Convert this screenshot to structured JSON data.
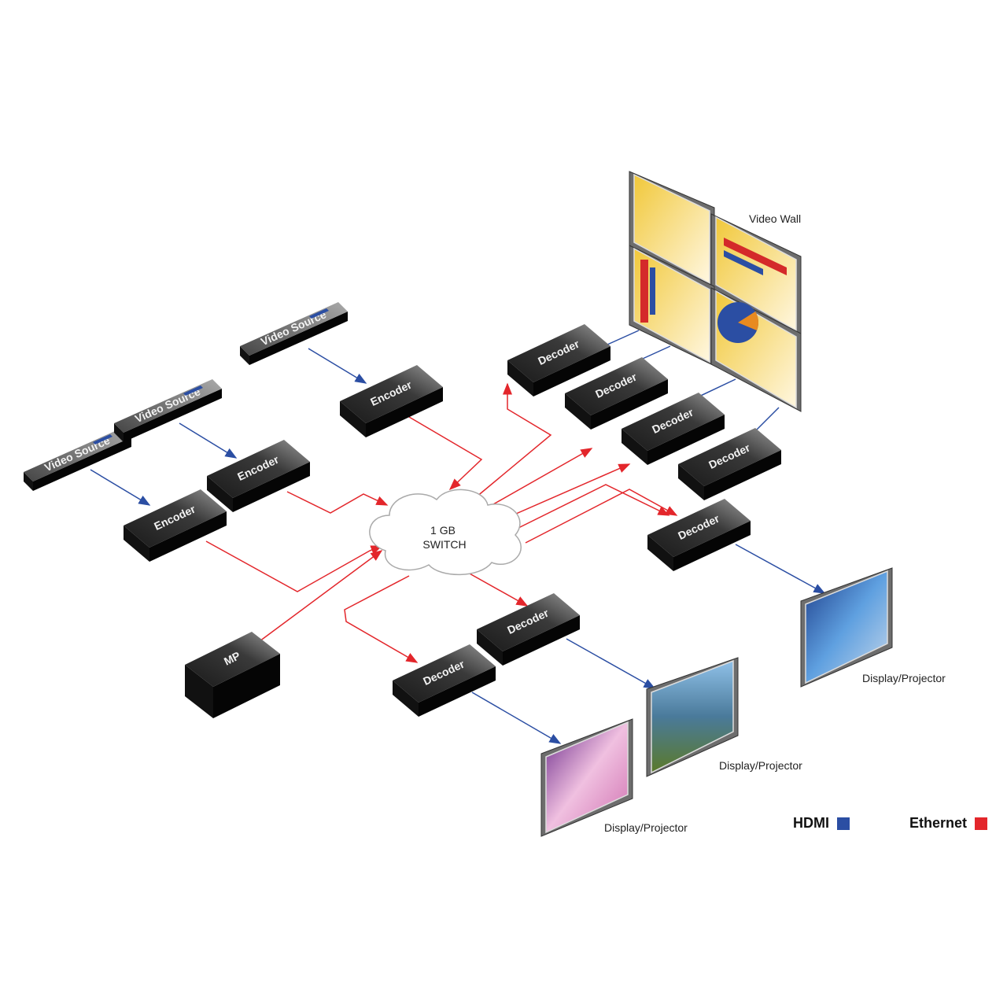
{
  "colors": {
    "hdmi": "#2b4ea3",
    "ethernet": "#e3262b"
  },
  "switch": {
    "line1": "1 GB",
    "line2": "SWITCH"
  },
  "video_wall": {
    "label": "Video Wall"
  },
  "sources": [
    {
      "label": "Video Source"
    },
    {
      "label": "Video Source"
    },
    {
      "label": "Video Source"
    }
  ],
  "encoders": [
    {
      "label": "Encoder"
    },
    {
      "label": "Encoder"
    },
    {
      "label": "Encoder"
    }
  ],
  "decoders": [
    {
      "label": "Decoder"
    },
    {
      "label": "Decoder"
    },
    {
      "label": "Decoder"
    },
    {
      "label": "Decoder"
    },
    {
      "label": "Decoder"
    },
    {
      "label": "Decoder"
    },
    {
      "label": "Decoder"
    }
  ],
  "mp": {
    "label": "MP"
  },
  "displays": [
    {
      "label": "Display/Projector"
    },
    {
      "label": "Display/Projector"
    },
    {
      "label": "Display/Projector"
    }
  ],
  "legend": {
    "hdmi": "HDMI",
    "ethernet": "Ethernet"
  }
}
